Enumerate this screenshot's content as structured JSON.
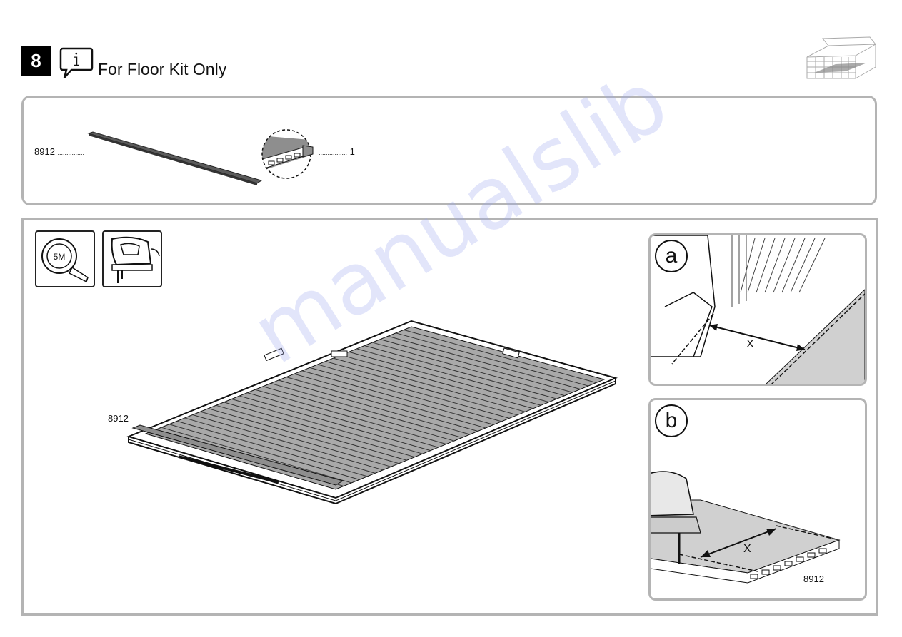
{
  "step": {
    "number": "8",
    "title": "For Floor Kit Only"
  },
  "parts": {
    "profile": {
      "code": "8912",
      "dots": "..............."
    },
    "section": {
      "dots": "................",
      "qty": "1"
    }
  },
  "assembly": {
    "part_code": "8912"
  },
  "tools": {
    "tape_label": "5M",
    "tape_icon": "measuring-tape-icon",
    "saw_icon": "jigsaw-icon"
  },
  "detail_a": {
    "letter": "a",
    "dimension": "X"
  },
  "detail_b": {
    "letter": "b",
    "dimension": "X",
    "part_code": "8912"
  },
  "watermark": "manualslib",
  "colors": {
    "frame_grey": "#b4b4b4",
    "panel_fill": "#d0d0d0",
    "badge": "#000000"
  }
}
